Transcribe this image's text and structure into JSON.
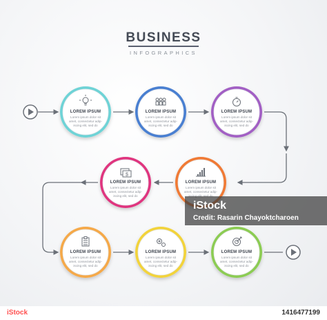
{
  "header": {
    "title": "BUSINESS",
    "subtitle": "INFOGRAPHICS"
  },
  "nodes": [
    {
      "label": "LOREM IPSUM",
      "body": [
        "Lorem ipsum dolor sit",
        "amet, consectetur adip-",
        "iscing elit, sed do"
      ],
      "color": "#6ed3d6",
      "icon": "lightbulb-icon"
    },
    {
      "label": "LOREM IPSUM",
      "body": [
        "Lorem ipsum dolor sit",
        "amet, consectetur adip-",
        "iscing elit, sed do"
      ],
      "color": "#4a7fd1",
      "icon": "team-icon"
    },
    {
      "label": "LOREM IPSUM",
      "body": [
        "Lorem ipsum dolor sit",
        "amet, consectetur adip-",
        "iscing elit, sed do"
      ],
      "color": "#a25ec4",
      "icon": "stopwatch-icon"
    },
    {
      "label": "LOREM IPSUM",
      "body": [
        "Lorem ipsum dolor sit",
        "amet, consectetur adip-",
        "iscing elit, sed do"
      ],
      "color": "#f07a35",
      "icon": "bar-chart-icon"
    },
    {
      "label": "LOREM IPSUM",
      "body": [
        "Lorem ipsum dolor sit",
        "amet, consectetur adip-",
        "iscing elit, sed do"
      ],
      "color": "#e0357f",
      "icon": "money-icon"
    },
    {
      "label": "LOREM IPSUM",
      "body": [
        "Lorem ipsum dolor sit",
        "amet, consectetur adip-",
        "iscing elit, sed do"
      ],
      "color": "#f5a94a",
      "icon": "clipboard-icon"
    },
    {
      "label": "LOREM IPSUM",
      "body": [
        "Lorem ipsum dolor sit",
        "amet, consectetur adip-",
        "iscing elit, sed do"
      ],
      "color": "#f2d33a",
      "icon": "gears-icon"
    },
    {
      "label": "LOREM IPSUM",
      "body": [
        "Lorem ipsum dolor sit",
        "amet, consectetur adip-",
        "iscing elit, sed do"
      ],
      "color": "#8ccc52",
      "icon": "target-icon"
    }
  ],
  "colors": {
    "connector": "#6b7078",
    "text_dark": "#3c424c",
    "text_light": "#8f949c"
  },
  "watermark": {
    "logo": "iStock",
    "credit": "Credit: Rasarin Chayoktcharoen"
  },
  "footer": {
    "logo": "iStock",
    "image_id": "1416477199"
  }
}
